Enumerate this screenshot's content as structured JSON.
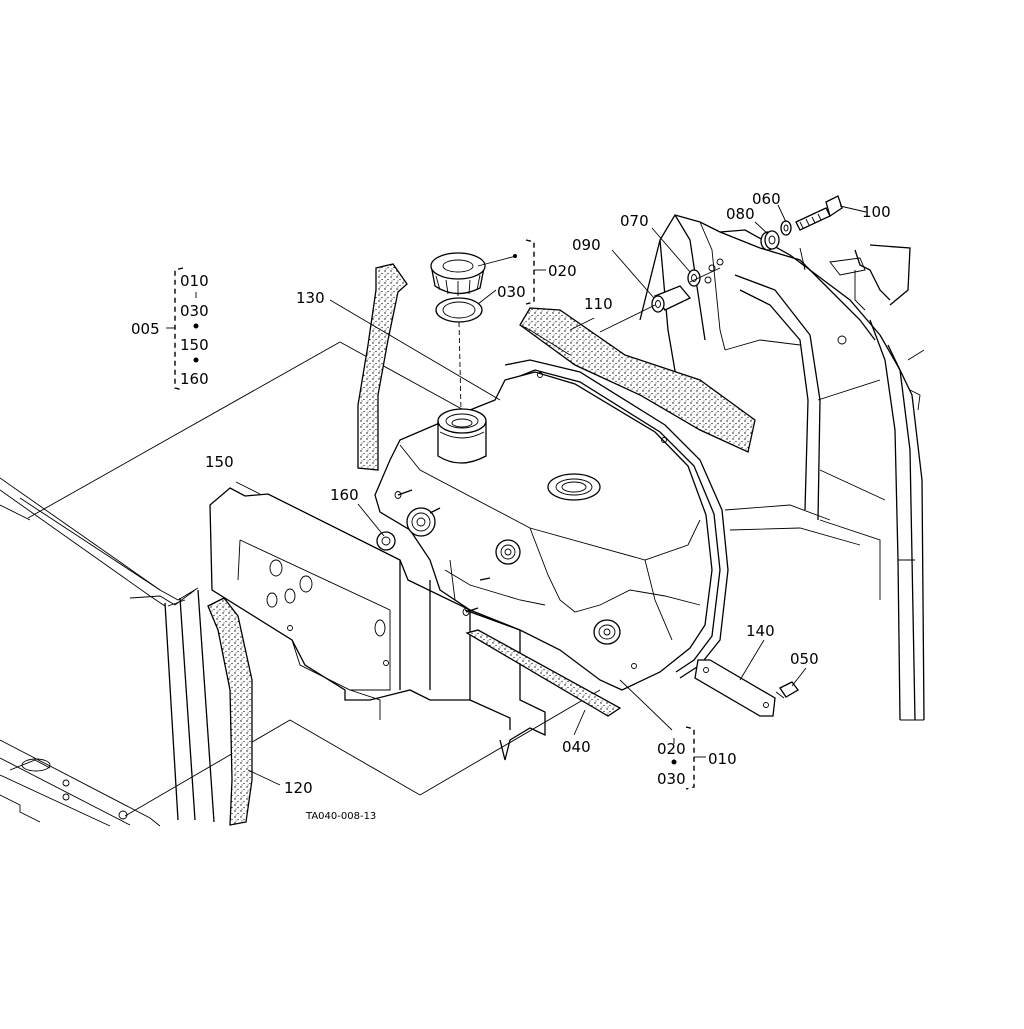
{
  "drawing_code": "TA040-008-13",
  "group_005": {
    "label": "005",
    "items": [
      "010",
      "030",
      "150",
      "160"
    ]
  },
  "group_020": {
    "label": "020"
  },
  "group_010": {
    "label": "010",
    "items": [
      "020",
      "030"
    ]
  },
  "callouts": {
    "p030": "030",
    "p040": "040",
    "p050": "050",
    "p060": "060",
    "p070": "070",
    "p080": "080",
    "p090": "090",
    "p100": "100",
    "p110": "110",
    "p120": "120",
    "p130": "130",
    "p140": "140",
    "p150": "150",
    "p160": "160"
  }
}
